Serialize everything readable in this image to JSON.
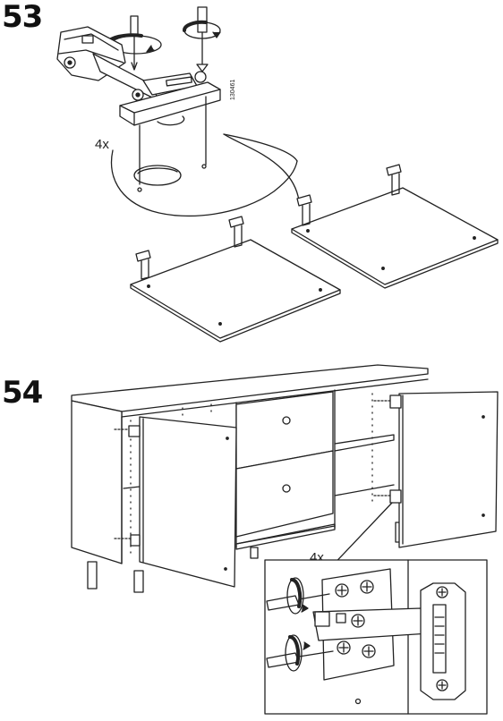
{
  "steps": [
    {
      "number": "53",
      "quantity": "4x",
      "part_code": "130461"
    },
    {
      "number": "54",
      "quantity": "4x"
    }
  ]
}
